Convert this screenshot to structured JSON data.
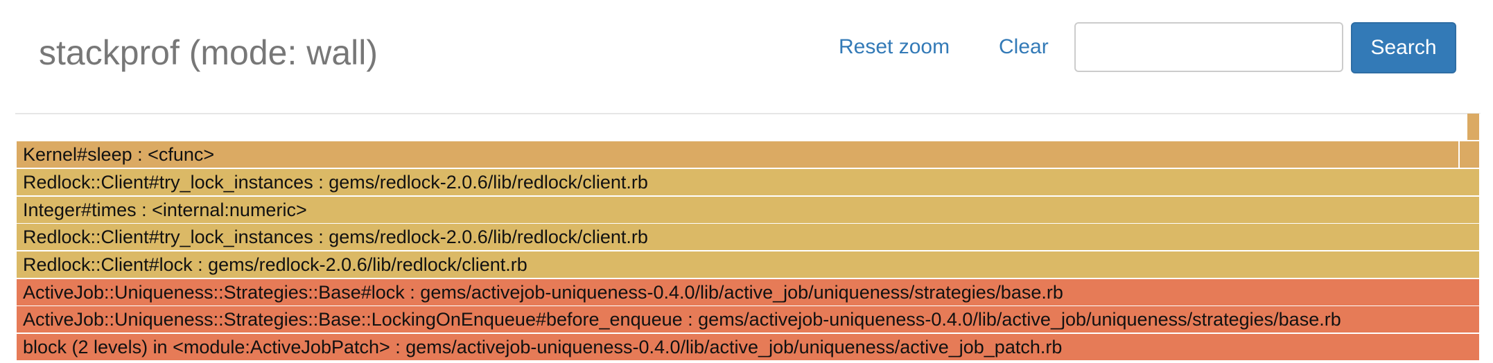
{
  "header": {
    "title": "stackprof (mode: wall)",
    "reset_zoom_label": "Reset zoom",
    "clear_label": "Clear",
    "search_value": "",
    "search_button_label": "Search"
  },
  "colors": {
    "accent": "#337ab7",
    "frame_orange_light": "#dbaa63",
    "frame_yellow": "#dbb966",
    "frame_red": "#e67b57"
  },
  "flame": {
    "frames": [
      {
        "label": "",
        "color": "#dbaa63"
      },
      {
        "label": "",
        "color": "#dbaa63"
      },
      {
        "label": "Kernel#sleep : <cfunc>",
        "color": "#dbaa63"
      },
      {
        "label": "Redlock::Client#try_lock_instances : gems/redlock-2.0.6/lib/redlock/client.rb",
        "color": "#dbb966"
      },
      {
        "label": "Integer#times : <internal:numeric>",
        "color": "#dbb966"
      },
      {
        "label": "Redlock::Client#try_lock_instances : gems/redlock-2.0.6/lib/redlock/client.rb",
        "color": "#dbb966"
      },
      {
        "label": "Redlock::Client#lock : gems/redlock-2.0.6/lib/redlock/client.rb",
        "color": "#dbb966"
      },
      {
        "label": "ActiveJob::Uniqueness::Strategies::Base#lock : gems/activejob-uniqueness-0.4.0/lib/active_job/uniqueness/strategies/base.rb",
        "color": "#e67b57"
      },
      {
        "label": "ActiveJob::Uniqueness::Strategies::Base::LockingOnEnqueue#before_enqueue : gems/activejob-uniqueness-0.4.0/lib/active_job/uniqueness/strategies/base.rb",
        "color": "#e67b57"
      },
      {
        "label": "block (2 levels) in <module:ActiveJobPatch> : gems/activejob-uniqueness-0.4.0/lib/active_job/uniqueness/active_job_patch.rb",
        "color": "#e67b57"
      }
    ]
  }
}
